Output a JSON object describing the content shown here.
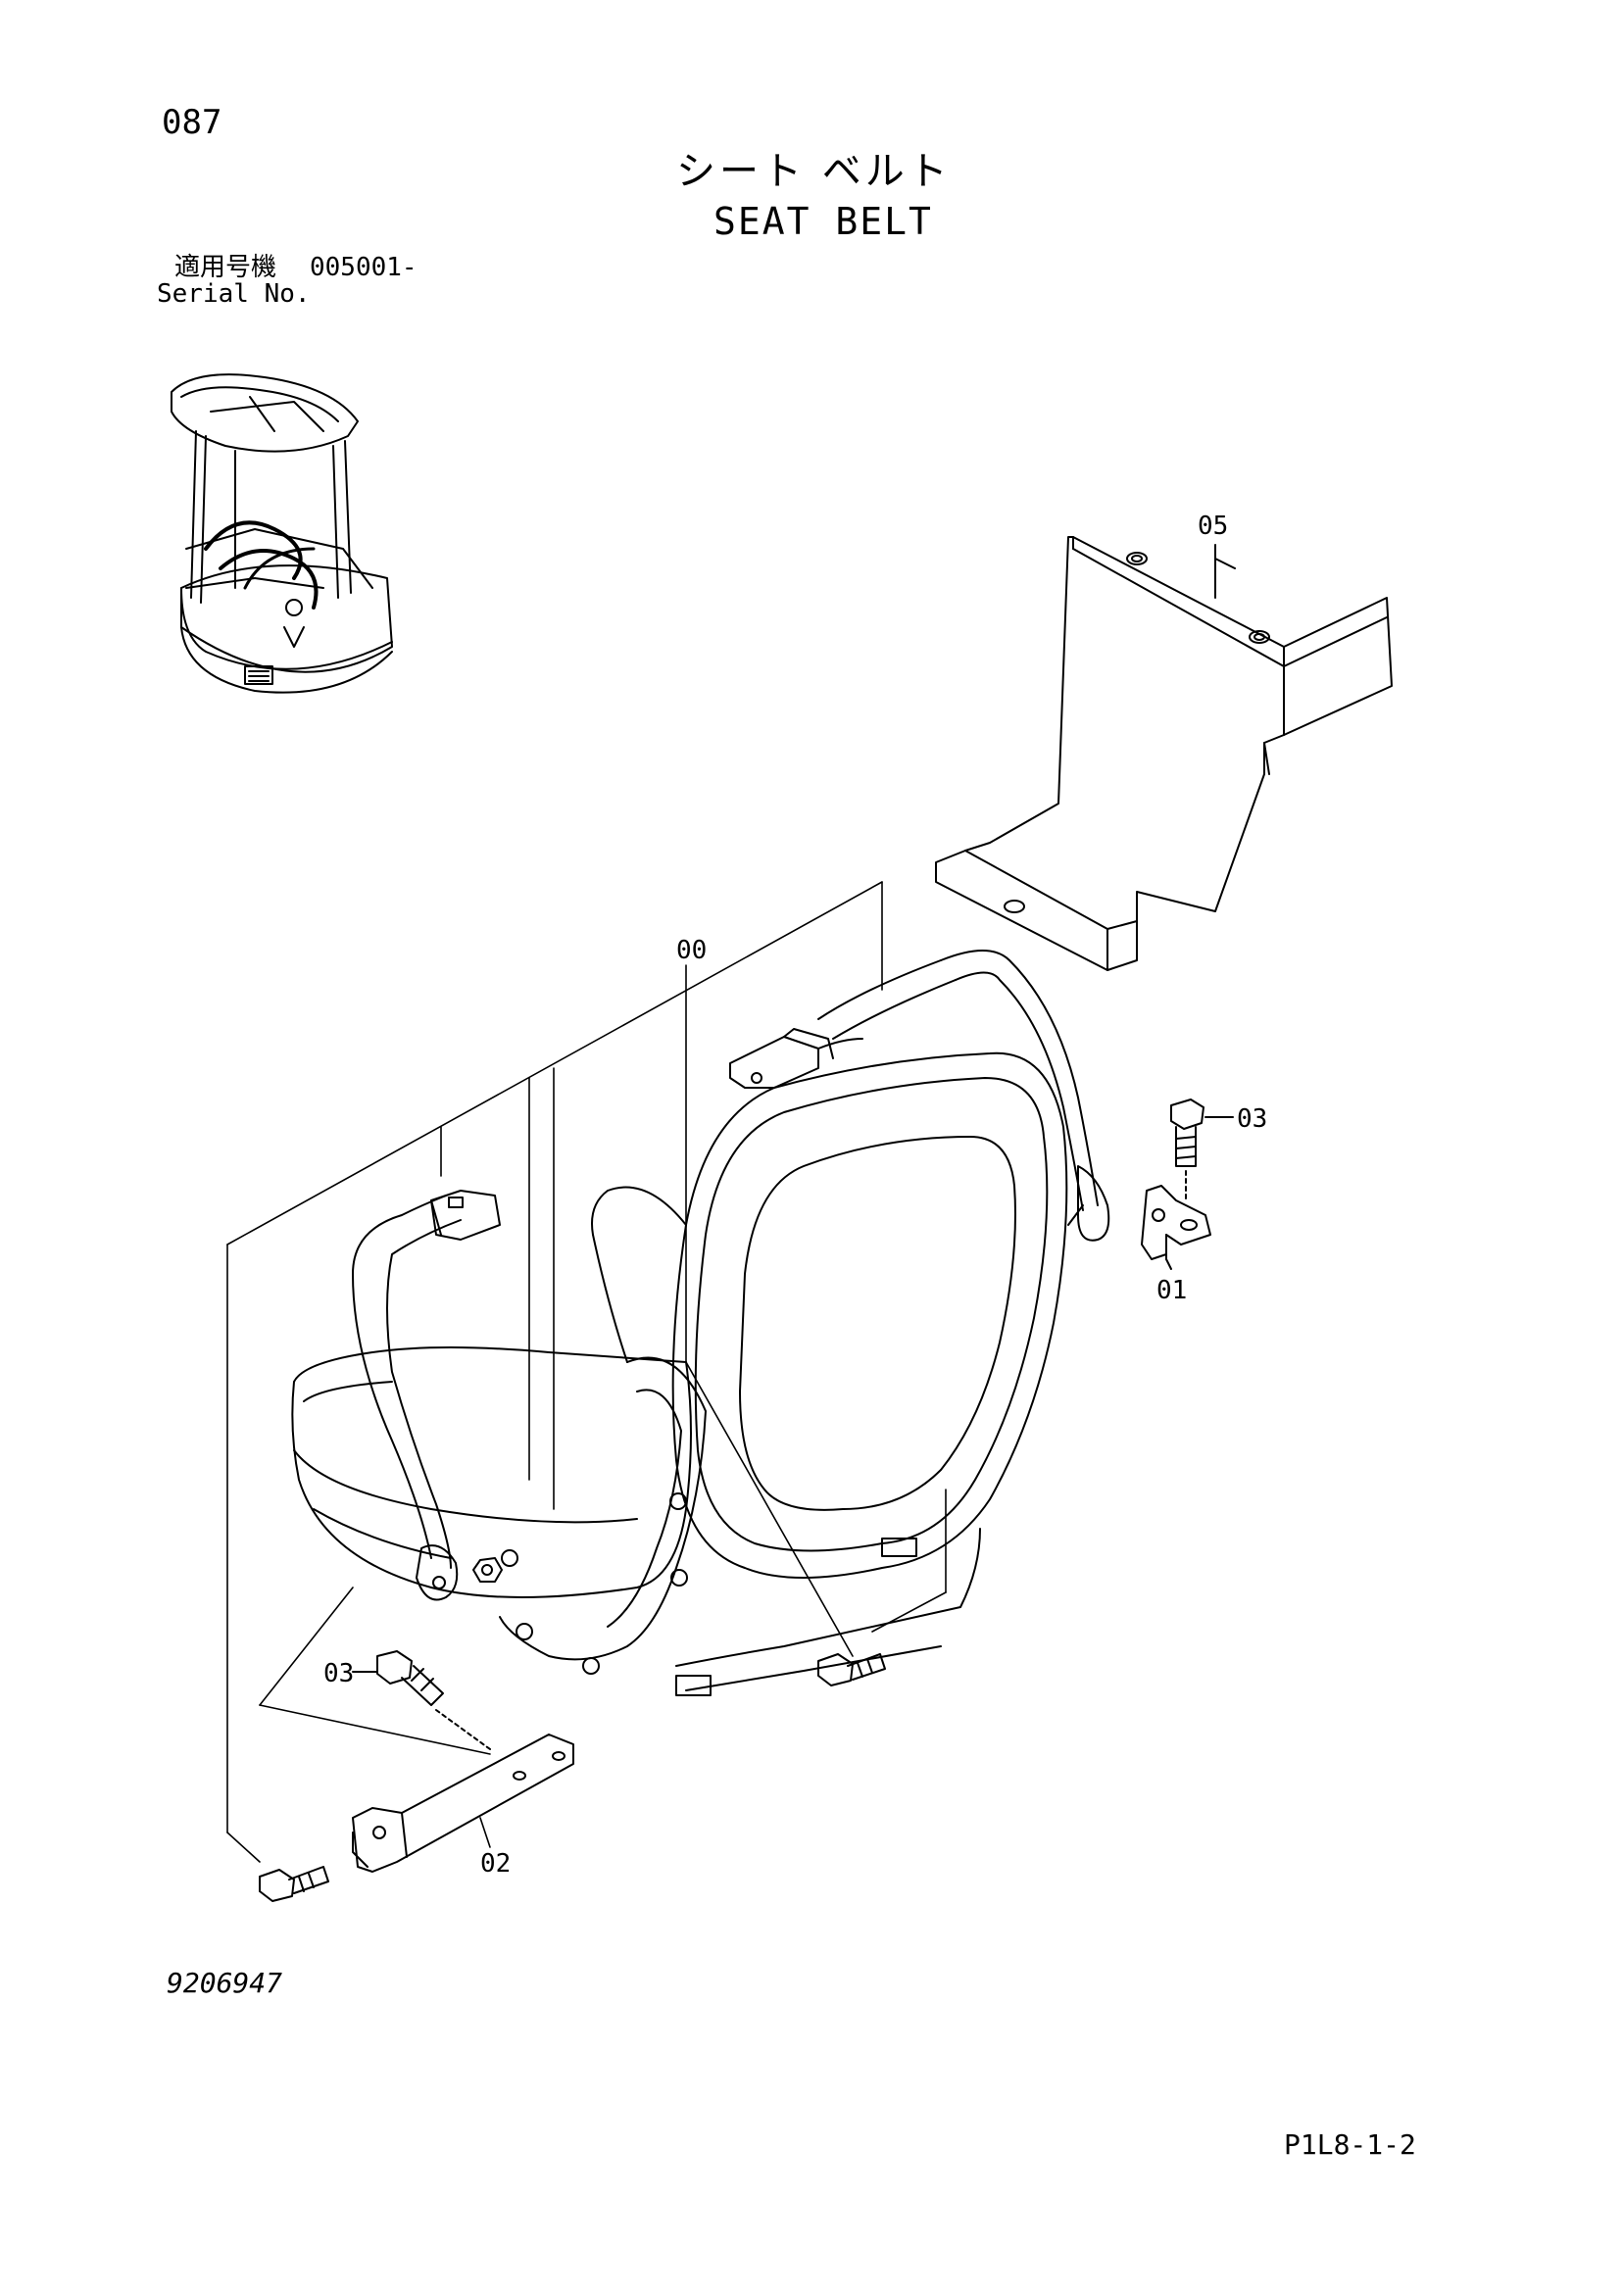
{
  "page_number": "087",
  "title_jp": "シート ベルト",
  "title_en": "SEAT BELT",
  "serial": {
    "label_jp": "適用号機",
    "value": "005001-",
    "label_en": "Serial No."
  },
  "drawing_number": "9206947",
  "sheet_code": "P1L8-1-2",
  "callouts": {
    "c00": "00",
    "c01": "01",
    "c02": "02",
    "c03a": "03",
    "c03b": "03",
    "c05": "05"
  }
}
